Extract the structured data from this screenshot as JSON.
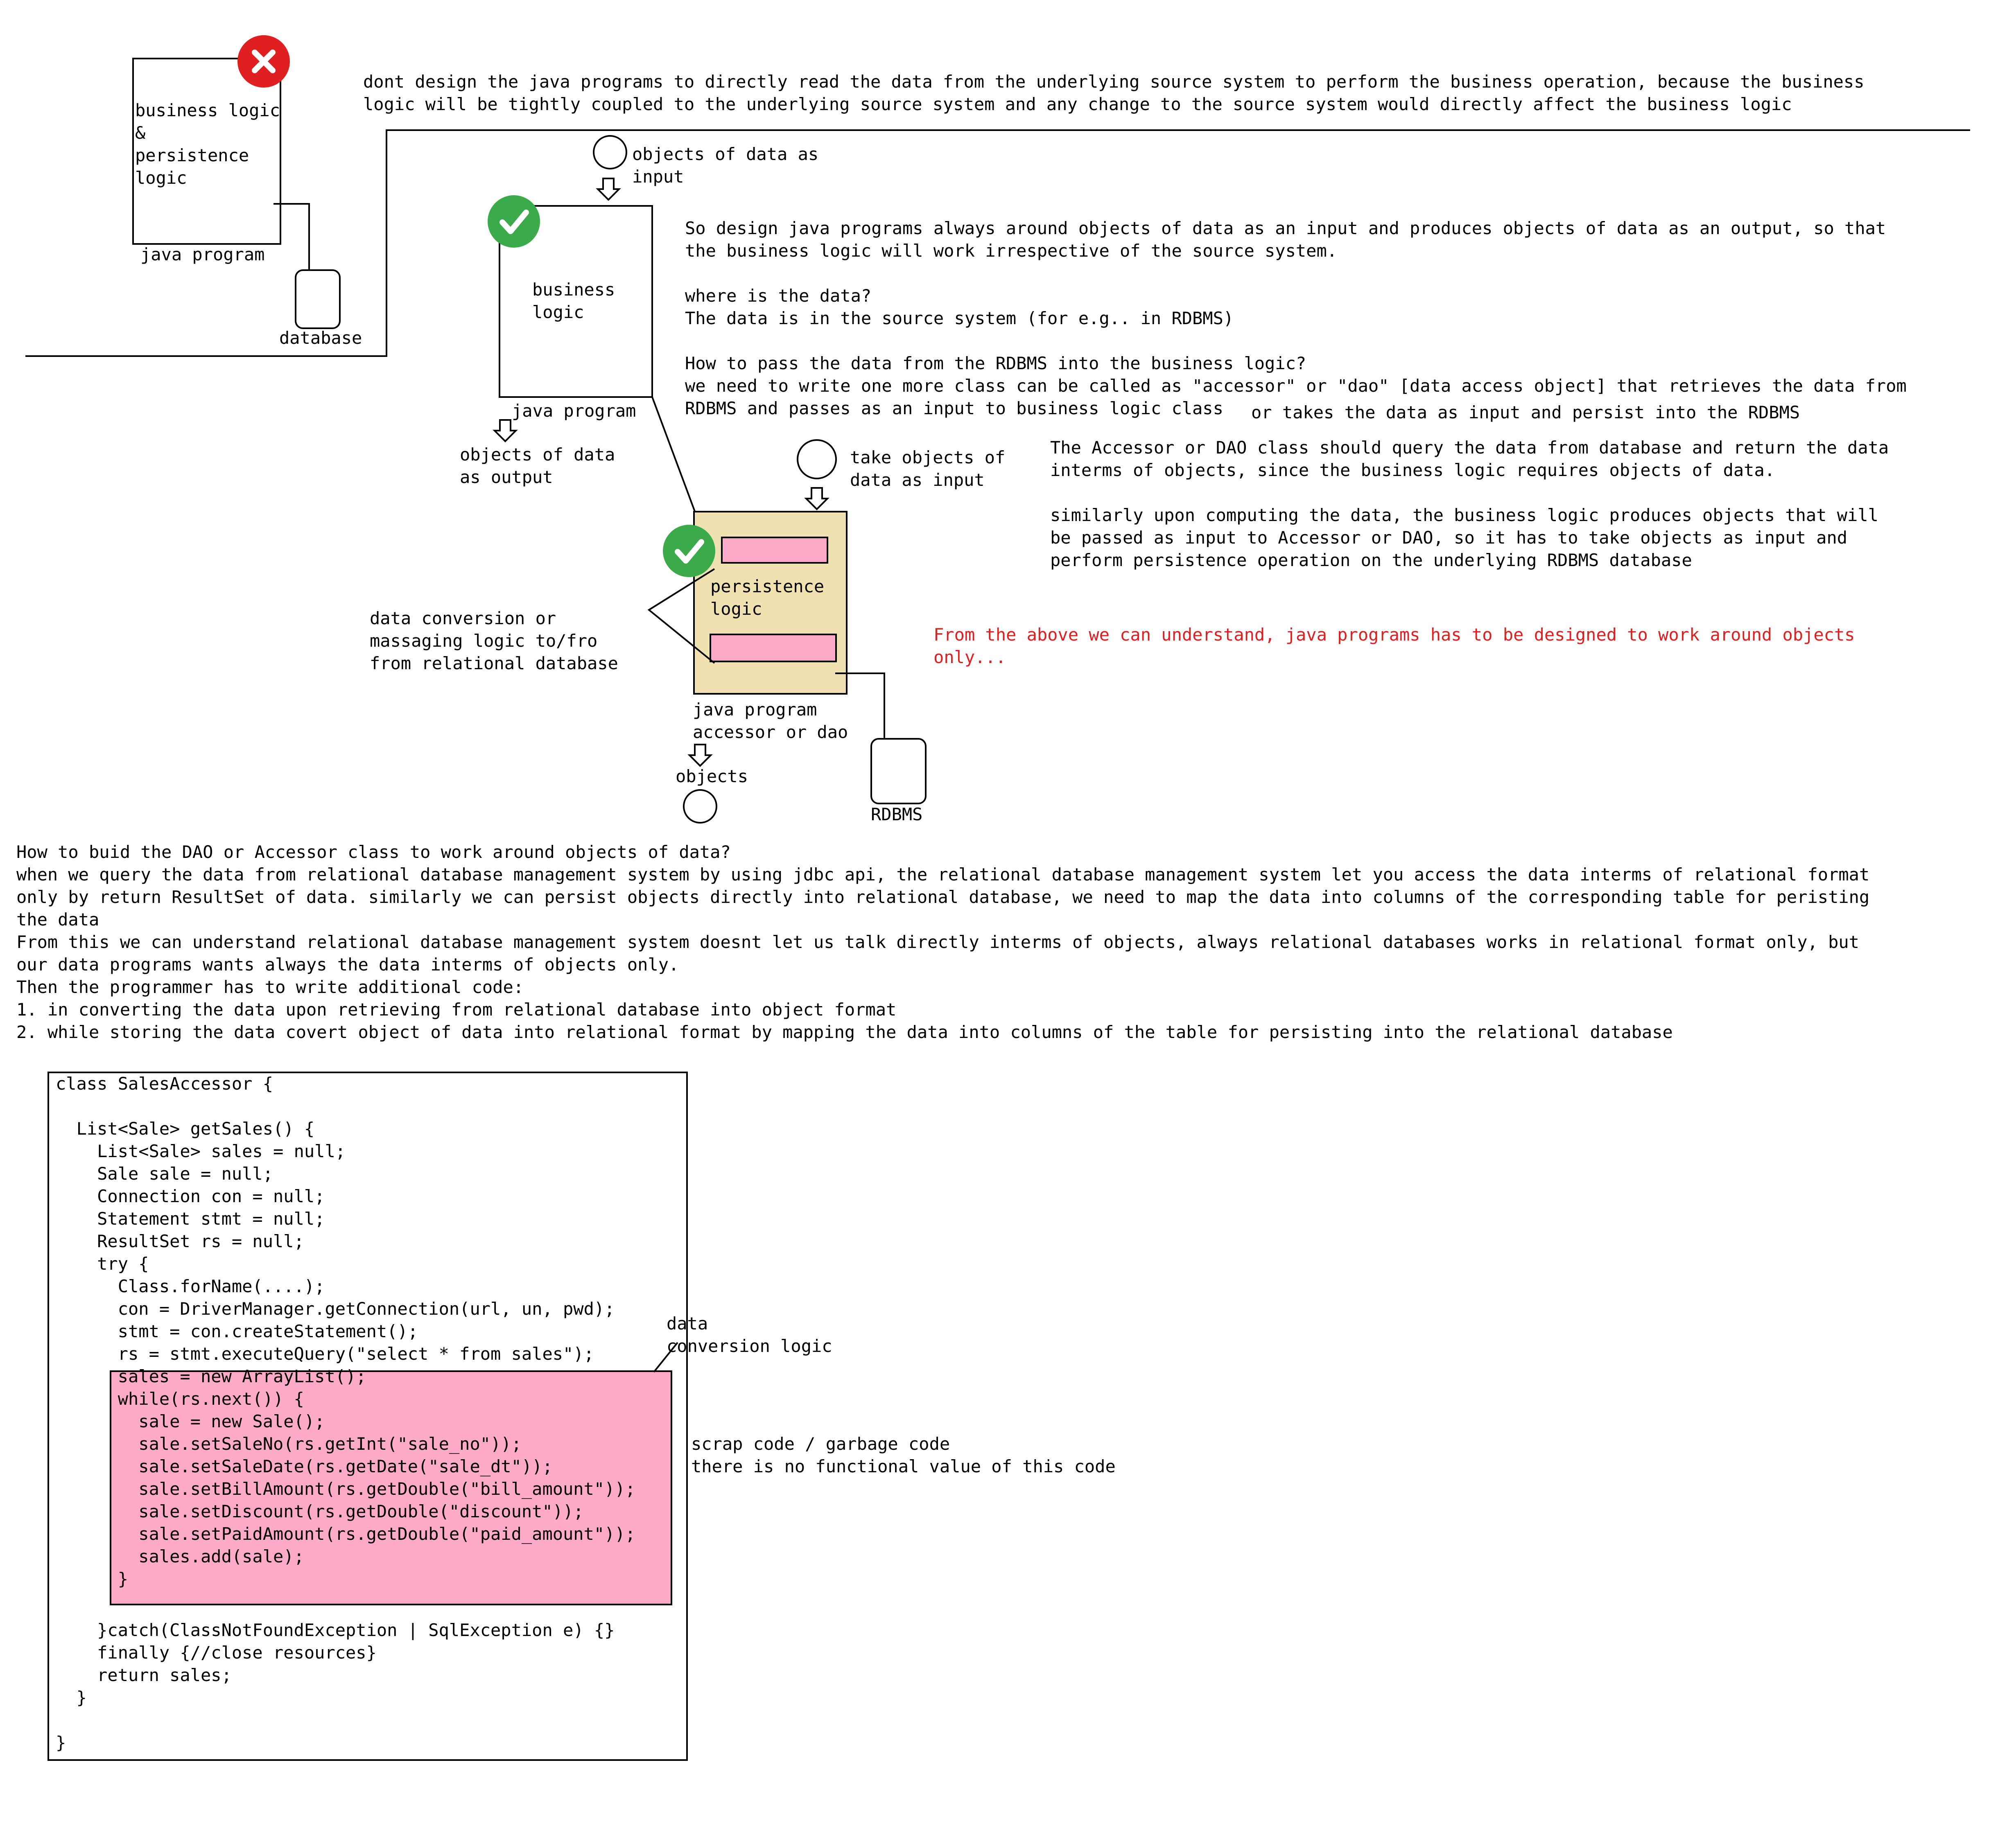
{
  "colors": {
    "ink": "#000000",
    "pink": "#ffaac8",
    "tan": "#f0e2b0",
    "check_green": "#3aaa4a",
    "cross_red": "#e02020",
    "note_red": "#e02020"
  },
  "icons": {
    "bad_design": "cross-icon",
    "good_design": "check-icon",
    "persistence_good": "check-icon"
  },
  "diagram": {
    "box1_text": "business logic\n&\npersistence\nlogic",
    "box1_label": "java program",
    "db1_label": "database",
    "bad_note": "dont design the java programs to directly read the data from the underlying source system to perform the business operation, because the business\nlogic will be tightly coupled to the underlying source system and any change to the source system would directly affect the business logic",
    "input_label": "objects of data as\ninput",
    "box2_text": "business\nlogic",
    "box2_label": "java program",
    "output_label": "objects of data\nas output",
    "design_note": "So design java programs always around objects of data as an input and produces objects of data as an output, so that\nthe business logic will work irrespective of the source system.\n\nwhere is the data?\nThe data is in the source system (for e.g.. in RDBMS)\n\nHow to pass the data from the RDBMS into the business logic?\nwe need to write one more class can be called as \"accessor\" or \"dao\" [data access object] that retrieves the data from\nRDBMS and passes as an input to business logic class",
    "design_note_tail": "or takes the data as input and persist into the RDBMS",
    "take_objects_label": "take objects of\ndata as input",
    "accessor_note": "The Accessor or DAO class should query the data from database and return the data\ninterms of objects, since the business logic requires objects of data.\n\nsimilarly upon computing the data, the business logic produces objects that will\nbe passed as input to Accessor or DAO, so it has to take objects as input and\nperform persistence operation on the underlying RDBMS database",
    "persistence_text": "persistence\nlogic",
    "conversion_label": "data conversion or\nmassaging logic to/fro\nfrom relational database",
    "box3_label": "java program\naccessor or dao",
    "objects_label": "objects",
    "rdbms_label": "RDBMS",
    "conclusion": "From the above we can understand, java programs has to be designed to work around objects\nonly..."
  },
  "explanation": "How to buid the DAO or Accessor class to work around objects of data?\nwhen we query the data from relational database management system by using jdbc api, the relational database management system let you access the data interms of relational format\nonly by return ResultSet of data. similarly we can persist objects directly into relational database, we need to map the data into columns of the corresponding table for peristing\nthe data\nFrom this we can understand relational database management system doesnt let us talk directly interms of objects, always relational databases works in relational format only, but\nour data programs wants always the data interms of objects only.\nThen the programmer has to write additional code:\n1. in converting the data upon retrieving from relational database into object format\n2. while storing the data covert object of data into relational format by mapping the data into columns of the table for persisting into the relational database",
  "code": {
    "top": "class SalesAccessor {\n\n  List<Sale> getSales() {\n    List<Sale> sales = null;\n    Sale sale = null;\n    Connection con = null;\n    Statement stmt = null;\n    ResultSet rs = null;\n    try {\n      Class.forName(....);\n      con = DriverManager.getConnection(url, un, pwd);\n      stmt = con.createStatement();\n      rs = stmt.executeQuery(\"select * from sales\");",
    "highlighted": "      sales = new ArrayList();\n      while(rs.next()) {\n        sale = new Sale();\n        sale.setSaleNo(rs.getInt(\"sale_no\"));\n        sale.setSaleDate(rs.getDate(\"sale_dt\"));\n        sale.setBillAmount(rs.getDouble(\"bill_amount\"));\n        sale.setDiscount(rs.getDouble(\"discount\"));\n        sale.setPaidAmount(rs.getDouble(\"paid_amount\"));\n        sales.add(sale);\n      }",
    "bottom": "    }catch(ClassNotFoundException | SqlException e) {}\n    finally {//close resources}\n    return sales;\n  }\n\n}",
    "conversion_callout": "data\nconversion logic",
    "scrap_note": "scrap code / garbage code\nthere is no functional value of this code"
  }
}
